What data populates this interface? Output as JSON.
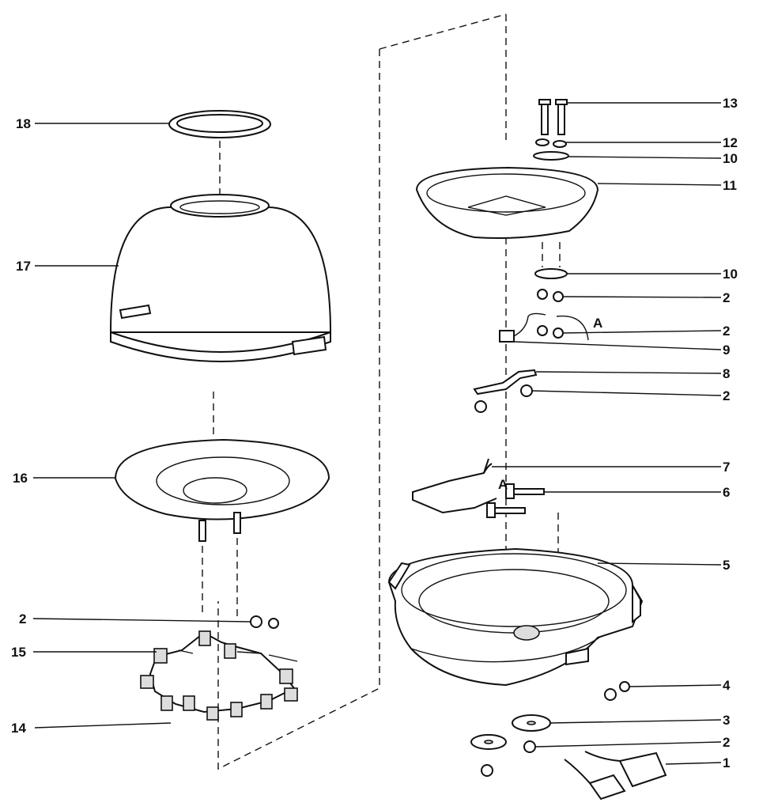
{
  "callouts": {
    "c18": "18",
    "c17": "17",
    "c16": "16",
    "c2_left": "2",
    "c15": "15",
    "c14": "14",
    "c13": "13",
    "c12": "12",
    "c10_top": "10",
    "c11": "11",
    "c10_mid": "10",
    "c2_a": "2",
    "c2_b": "2",
    "c9": "9",
    "c8": "8",
    "c2_c": "2",
    "c7": "7",
    "c6": "6",
    "c5": "5",
    "c4": "4",
    "c3": "3",
    "c2_d": "2",
    "c1": "1"
  },
  "markers": {
    "a_top": "A",
    "a_bottom": "A"
  }
}
